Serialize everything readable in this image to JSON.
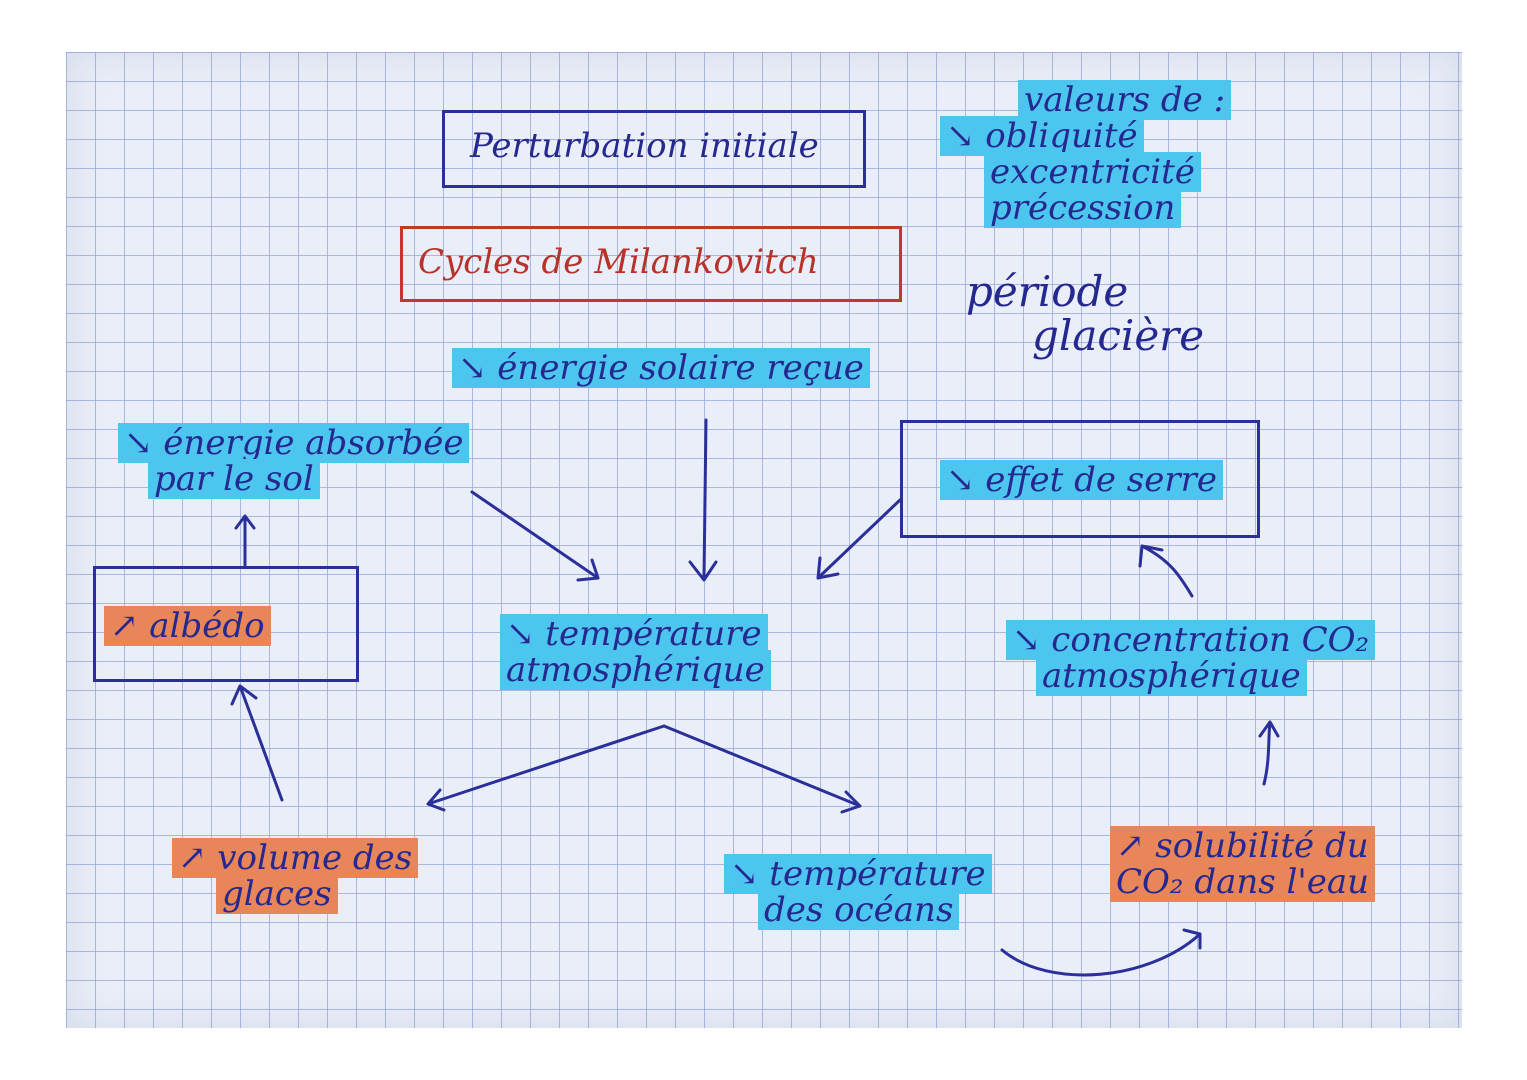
{
  "colors": {
    "ink": "#24288f",
    "red_ink": "#b7322a",
    "blue_highlight": "#4cc6ef",
    "orange_highlight": "#e8865a",
    "paper": "#e9eef8"
  },
  "nodes": {
    "perturbation": "Perturbation initiale",
    "cycles": "Cycles de Milankovitch",
    "valeurs_title": "valeurs de :",
    "valeurs_1": "↘ obliquité",
    "valeurs_2": "excentricité",
    "valeurs_3": "précession",
    "periode_1": "période",
    "periode_2": "glacière",
    "energie_solaire": "↘ énergie solaire reçue",
    "energie_absorbee_1": "↘ énergie absorbée",
    "energie_absorbee_2": "par le sol",
    "effet_serre": "↘ effet de serre",
    "albedo": "↗ albédo",
    "temp_atm_1": "↘ température",
    "temp_atm_2": "atmosphérique",
    "conc_co2_1": "↘ concentration CO₂",
    "conc_co2_2": "atmosphérique",
    "volume_glaces_1": "↗ volume des",
    "volume_glaces_2": "glaces",
    "temp_oceans_1": "↘ température",
    "temp_oceans_2": "des océans",
    "solubilite_1": "↗ solubilité du",
    "solubilite_2": "CO₂ dans l'eau"
  }
}
